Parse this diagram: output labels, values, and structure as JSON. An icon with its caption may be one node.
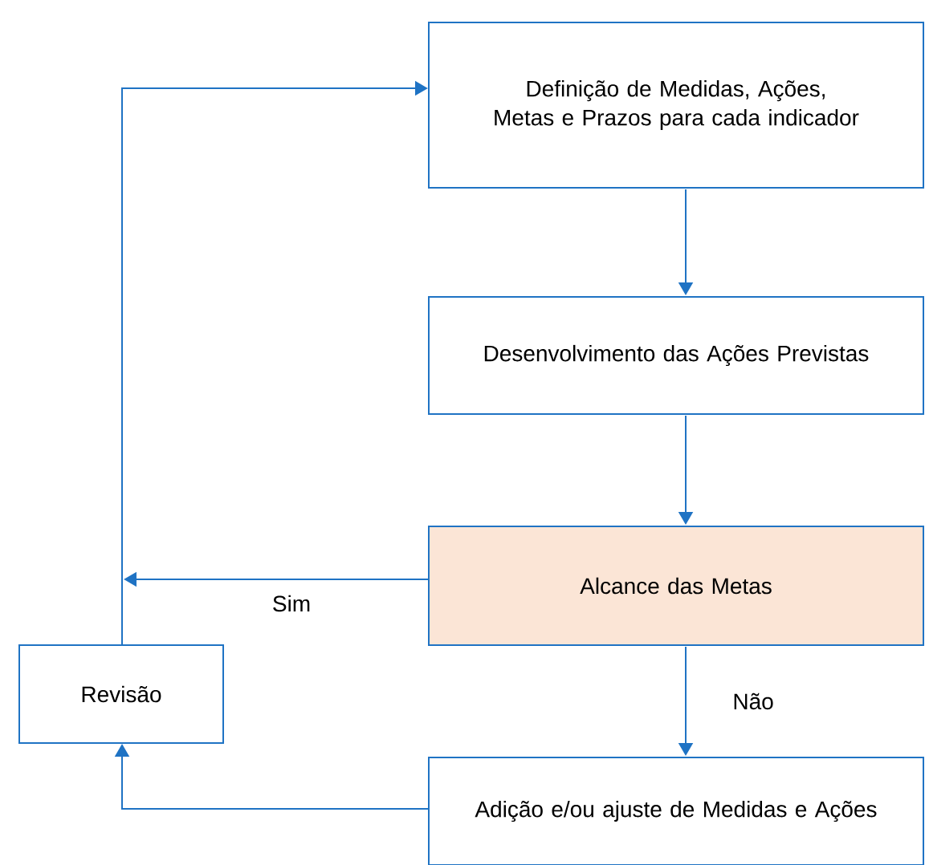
{
  "diagram": {
    "nodes": [
      {
        "text": [
          "Definição de Medidas, Ações, Metas e Prazos para cada indicador"
        ]
      },
      {
        "text": [
          "Desenvolvimento das Ações Previstas"
        ]
      },
      {
        "text": [
          "Alcance das Metas"
        ]
      },
      {
        "text": [
          "Revisão"
        ]
      },
      {
        "text": [
          "Adição e/ou ajuste de Medidas e Ações"
        ]
      }
    ],
    "edges": [
      {
        "from": 0,
        "to": 1,
        "arrow": "to"
      },
      {
        "from": 1,
        "to": 2,
        "arrow": "to"
      },
      {
        "from": 2,
        "to": 3,
        "arrow": "to",
        "label": "Sim"
      },
      {
        "from": 2,
        "to": 4,
        "arrow": "to",
        "label": "Não"
      },
      {
        "from": 4,
        "to": 3,
        "arrow": "to"
      },
      {
        "from": 3,
        "to": 0,
        "arrow": "to"
      }
    ]
  }
}
